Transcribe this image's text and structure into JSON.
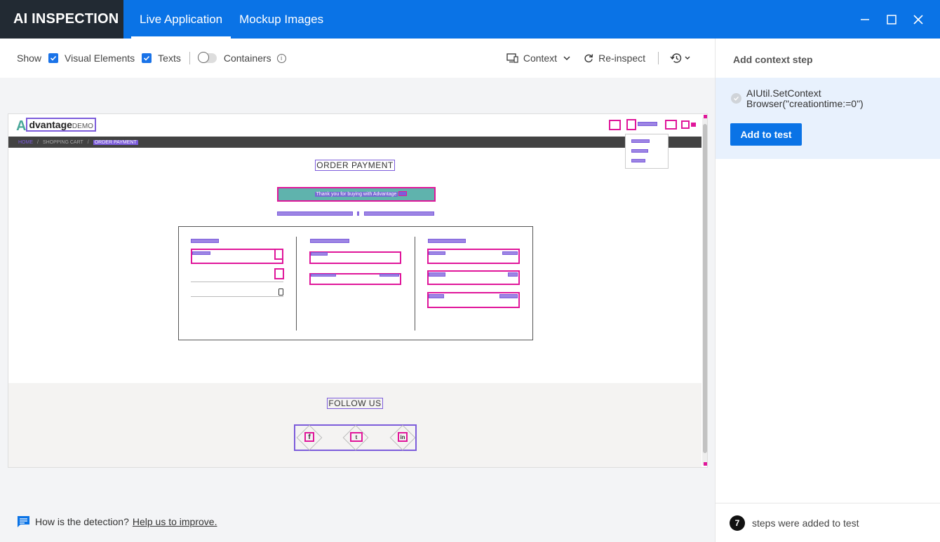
{
  "titlebar": {
    "brand": "AI INSPECTION",
    "tabs": [
      {
        "label": "Live Application",
        "active": true
      },
      {
        "label": "Mockup Images",
        "active": false
      }
    ]
  },
  "toolbar": {
    "show_label": "Show",
    "visual_elements_label": "Visual Elements",
    "visual_elements_checked": true,
    "texts_label": "Texts",
    "texts_checked": true,
    "containers_label": "Containers",
    "containers_on": false,
    "context_label": "Context",
    "reinspect_label": "Re-inspect"
  },
  "preview": {
    "logo_letter": "A",
    "logo_text": "dvantage",
    "logo_demo": "DEMO",
    "breadcrumb": [
      "HOME",
      "SHOPPING CART",
      "ORDER PAYMENT"
    ],
    "page_title": "ORDER PAYMENT",
    "thanks_text": "Thank you for buying with Advantage",
    "follow_title": "FOLLOW US",
    "social": [
      "f",
      "t",
      "in"
    ]
  },
  "feedback": {
    "question": "How is the detection?",
    "link": "Help us to improve."
  },
  "right_panel": {
    "title": "Add context step",
    "step_line1": "AIUtil.SetContext",
    "step_line2": "Browser(\"creationtime:=0\")",
    "add_button": "Add to test",
    "steps_count": "7",
    "steps_text": "steps were added to test"
  },
  "colors": {
    "accent": "#0a73e6",
    "brand_bg": "#222a33",
    "detect_pink": "#e0169a",
    "detect_purple": "#7c5cdb"
  }
}
